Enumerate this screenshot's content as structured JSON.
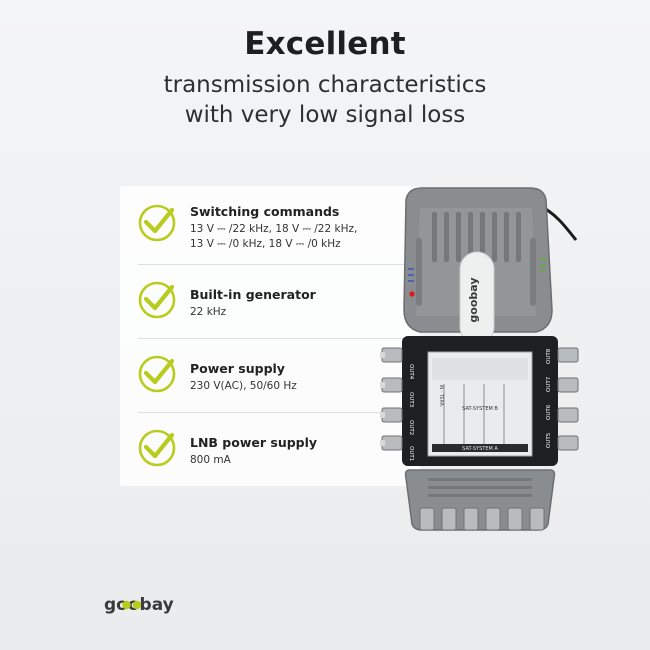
{
  "headline": {
    "title": "Excellent",
    "subtitle_line1": "transmission characteristics",
    "subtitle_line2": "with very low signal loss"
  },
  "features": [
    {
      "title": "Switching commands",
      "detail_line1": "13 V ⎓ /22 kHz, 18 V ⎓ /22 kHz,",
      "detail_line2": "13 V ⎓ /0 kHz, 18 V ⎓ /0 kHz"
    },
    {
      "title": "Built-in generator",
      "detail_line1": "22 kHz"
    },
    {
      "title": "Power supply",
      "detail_line1": "230 V(AC), 50/60 Hz"
    },
    {
      "title": "LNB power supply",
      "detail_line1": "800 mA"
    }
  ],
  "brand": {
    "logo_text": "goobay"
  },
  "device": {
    "brand_text": "goobay",
    "outputs_left": [
      "OUT4",
      "OUT3",
      "OUT2",
      "OUT1"
    ],
    "outputs_right": [
      "OUT8",
      "OUT7",
      "OUT6",
      "OUT5"
    ],
    "label_strip_a": "SAT-SYSTEM A",
    "label_strip_b": "SAT-SYSTEM B",
    "terr_label": "IN - TERR."
  },
  "colors": {
    "check_green": "#b8cc1e",
    "device_gray": "#8a8d90",
    "device_dark": "#5d6063",
    "brand_dark": "#3a3a3a"
  },
  "icons": [
    "check-circle-icon",
    "goobay-logo"
  ]
}
